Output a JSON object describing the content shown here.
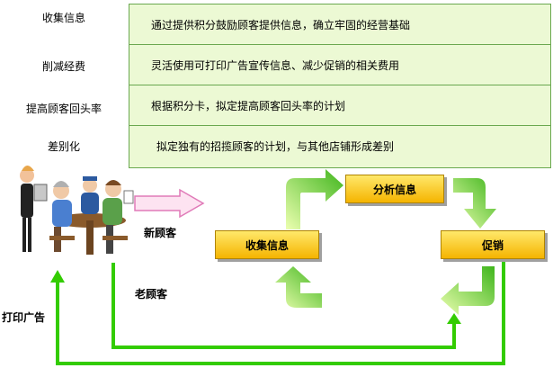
{
  "table": {
    "rows": [
      {
        "label": "收集信息",
        "desc": "通过提供积分鼓励顾客提供信息，确立牢固的经营基础"
      },
      {
        "label": "削减经费",
        "desc": "灵活使用可打印广告宣传信息、减少促销的相关费用"
      },
      {
        "label": "提高顾客回头率",
        "desc": "根据积分卡，拟定提高顾客回头率的计划"
      },
      {
        "label": "差别化",
        "desc": "拟定独有的招揽顾客的计划，与其他店铺形成差别"
      }
    ]
  },
  "flow": {
    "analyze": "分析信息",
    "collect": "收集信息",
    "promote": "促销",
    "new_customer": "新顾客",
    "old_customer": "老顾客",
    "print_ad": "打印广告"
  },
  "colors": {
    "table_bg": "#ecf9d4",
    "table_border": "#6aa84f",
    "box_fill": "#f5c400",
    "green_line": "#33cc00",
    "arrow_pink": "#f4a6d2"
  }
}
